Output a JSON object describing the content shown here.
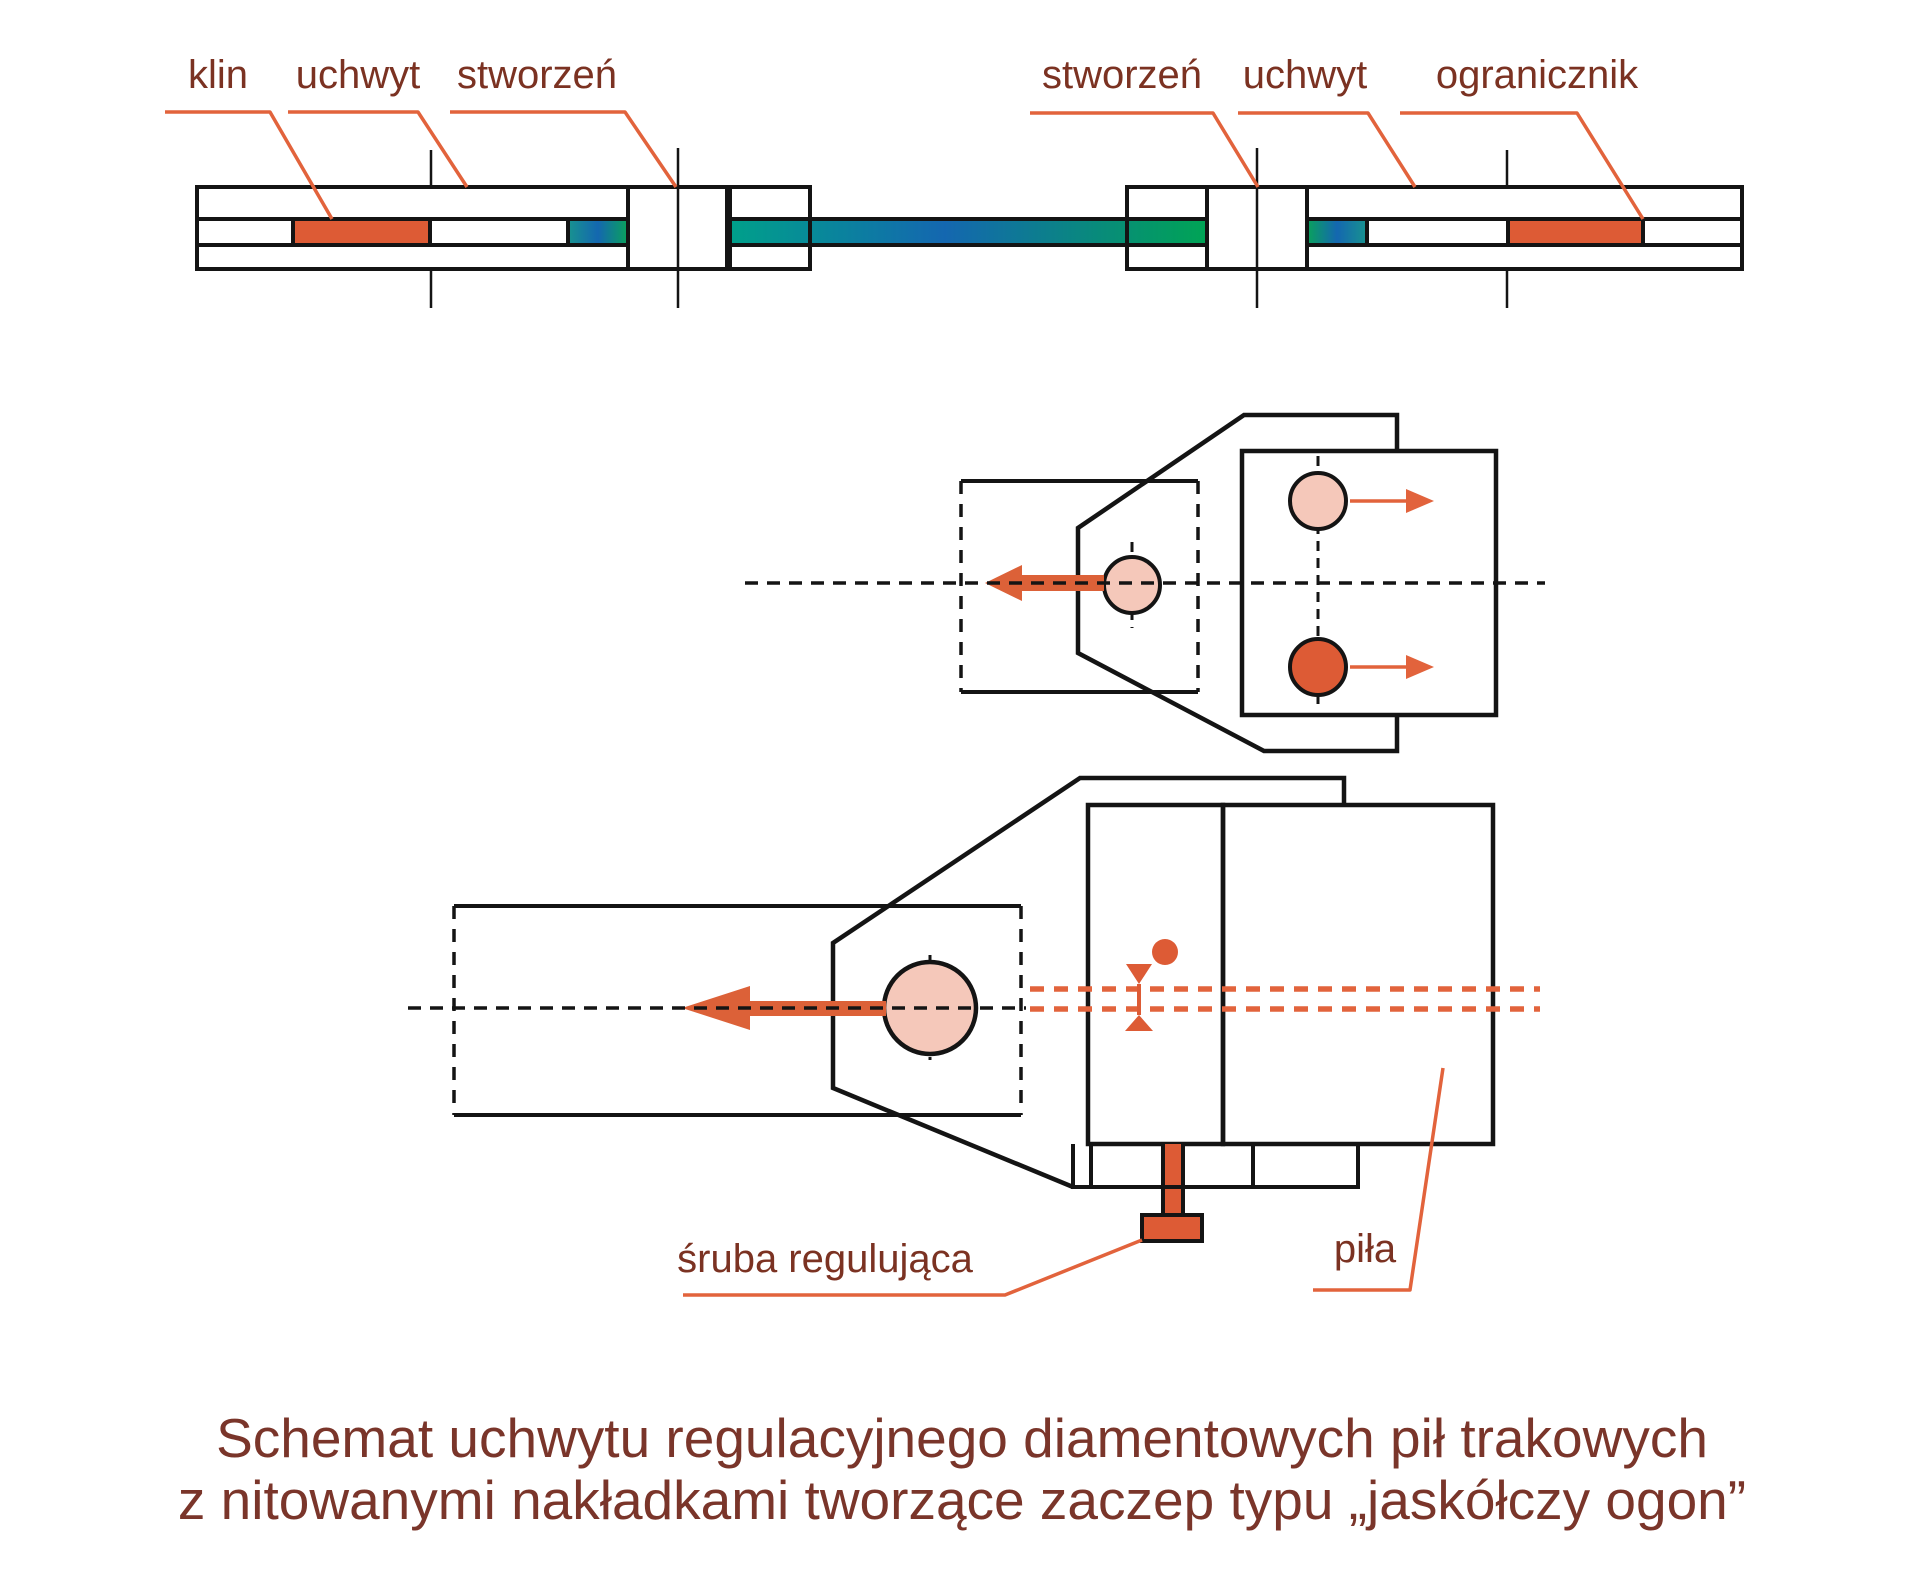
{
  "labels": {
    "klin": "klin",
    "uchwyt_left": "uchwyt",
    "stworzen_left": "stworzeń",
    "stworzen_right": "stworzeń",
    "uchwyt_right": "uchwyt",
    "ogranicznik": "ogranicznik",
    "sruba_regulujaca": "śruba regulująca",
    "pila": "piła"
  },
  "caption": {
    "line1": "Schemat uchwytu regulacyjnego diamentowych pił trakowych",
    "line2": "z nitowanymi nakładkami tworzące zaczep typu „jaskółczy ogon”"
  },
  "colors": {
    "line": "#141414",
    "orange": "#dd5b35",
    "leader_orange": "#e2633c",
    "arrow_orange": "#dc6138",
    "pink": "#f5c8ba",
    "label_brown": "#7b3222",
    "caption_brown": "#7a352a",
    "gradient_teal": "#18938f",
    "gradient_blue": "#1467b0",
    "gradient_green": "#0aa25b"
  }
}
